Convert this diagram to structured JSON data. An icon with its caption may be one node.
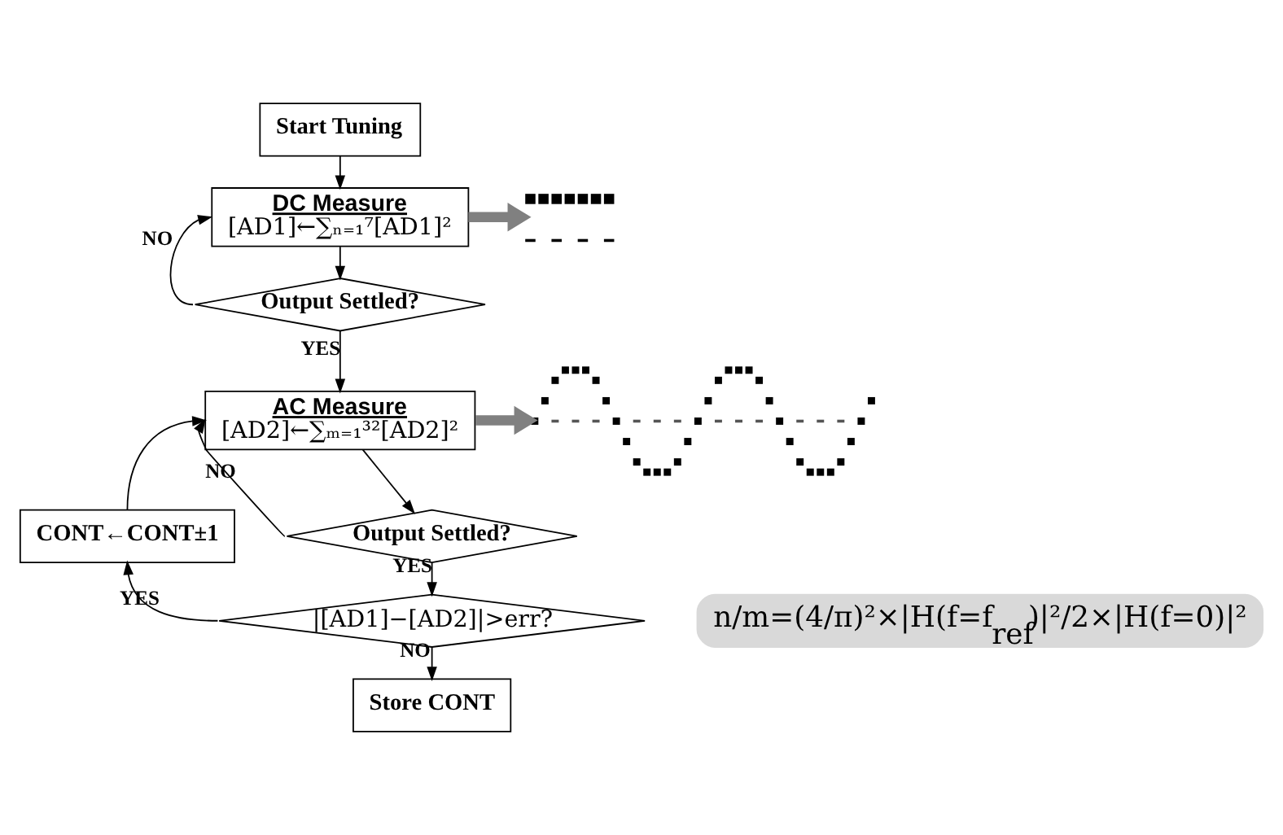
{
  "diagram": {
    "nodes": [
      {
        "text": [
          "Start Tuning"
        ]
      },
      {
        "text": [
          "DC Measure",
          "[AD1]←∑ₙ₌₁⁷[AD1]²"
        ]
      },
      {
        "text": [
          "Output Settled?"
        ]
      },
      {
        "text": [
          "AC Measure",
          "[AD2]←∑ₘ₌₁³²[AD2]²"
        ]
      },
      {
        "text": [
          "Output Settled?"
        ]
      },
      {
        "text": [
          "|[AD1]−[AD2]|>err?"
        ]
      },
      {
        "text": [
          "CONT←CONT±1"
        ]
      },
      {
        "text": [
          "Store CONT"
        ]
      },
      {
        "text": [
          "n/m=(4/π)²×|H(f=f$_{ref}$)|²/2×|H(f=0)|²"
        ]
      },
      {
        "text": [],
        "shape": "picture"
      },
      {
        "text": [],
        "shape": "picture"
      }
    ],
    "edges": [
      {
        "from": 0,
        "to": 1,
        "arrow": "to"
      },
      {
        "from": 1,
        "to": 2,
        "arrow": "to"
      },
      {
        "from": 2,
        "to": 1,
        "arrow": "to",
        "label": "NO"
      },
      {
        "from": 2,
        "to": 3,
        "arrow": "to",
        "label": "YES"
      },
      {
        "from": 3,
        "to": 4,
        "arrow": "to"
      },
      {
        "from": 4,
        "to": 3,
        "arrow": "to",
        "label": "NO"
      },
      {
        "from": 4,
        "to": 5,
        "arrow": "to",
        "label": "YES"
      },
      {
        "from": 5,
        "to": 6,
        "arrow": "to",
        "label": "YES"
      },
      {
        "from": 6,
        "to": 3,
        "arrow": "to"
      },
      {
        "from": 5,
        "to": 7,
        "arrow": "to",
        "label": "NO"
      },
      {
        "from": 1,
        "to": 9,
        "arrow": "to",
        "style": "thick",
        "color": "#808080"
      },
      {
        "from": 3,
        "to": 10,
        "arrow": "to",
        "style": "thick",
        "color": "#808080"
      }
    ]
  }
}
